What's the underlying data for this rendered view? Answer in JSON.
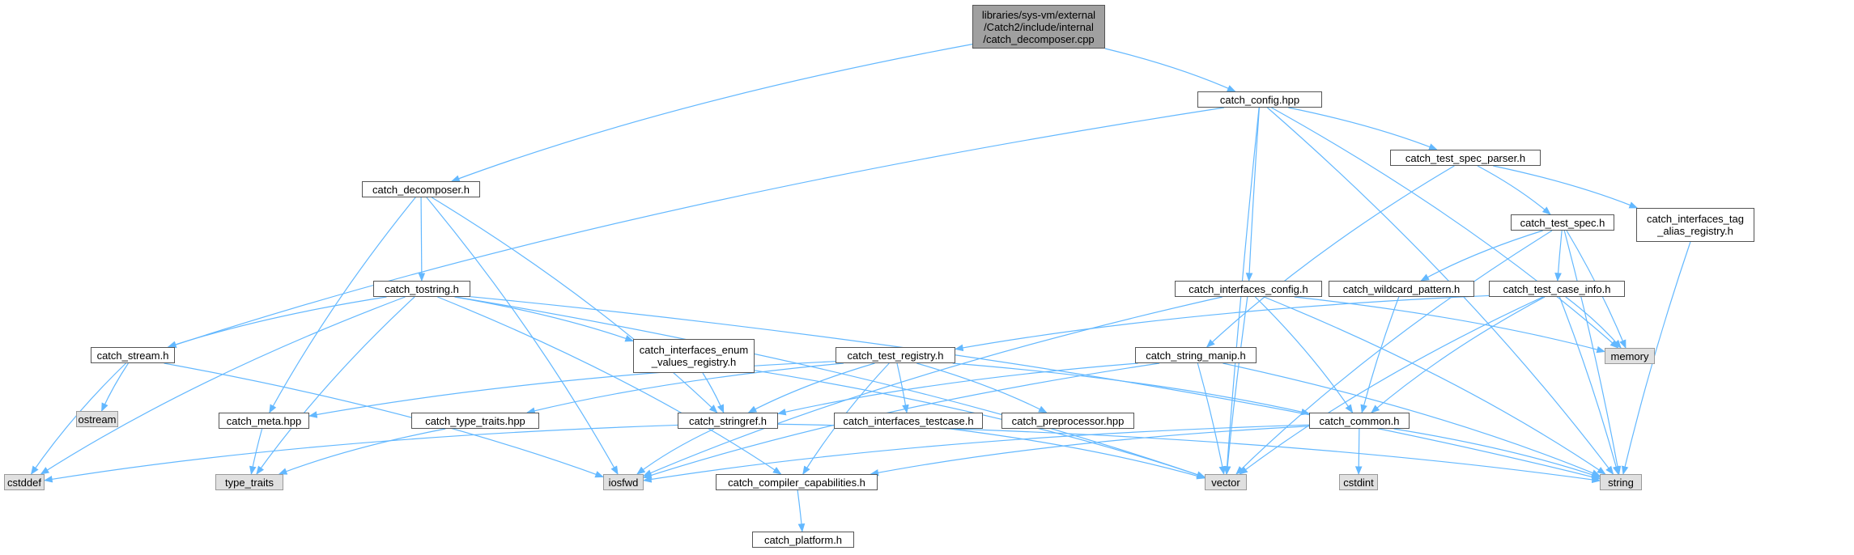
{
  "graph": {
    "colors": {
      "edge": "#63b8ff",
      "node_border": "#555555",
      "system_fill": "#e0e0e0",
      "root_fill": "#a0a0a0"
    },
    "nodes": [
      {
        "id": "root",
        "label": "libraries/sys-vm/external\n/Catch2/include/internal\n/catch_decomposer.cpp",
        "kind": "root"
      },
      {
        "id": "catch_config_hpp",
        "label": "catch_config.hpp",
        "kind": "file"
      },
      {
        "id": "catch_test_spec_parser_h",
        "label": "catch_test_spec_parser.h",
        "kind": "file"
      },
      {
        "id": "catch_decomposer_h",
        "label": "catch_decomposer.h",
        "kind": "file"
      },
      {
        "id": "catch_test_spec_h",
        "label": "catch_test_spec.h",
        "kind": "file"
      },
      {
        "id": "catch_interfaces_tag_alias_registry_h",
        "label": "catch_interfaces_tag\n_alias_registry.h",
        "kind": "file"
      },
      {
        "id": "catch_tostring_h",
        "label": "catch_tostring.h",
        "kind": "file"
      },
      {
        "id": "catch_interfaces_config_h",
        "label": "catch_interfaces_config.h",
        "kind": "file"
      },
      {
        "id": "catch_wildcard_pattern_h",
        "label": "catch_wildcard_pattern.h",
        "kind": "file"
      },
      {
        "id": "catch_test_case_info_h",
        "label": "catch_test_case_info.h",
        "kind": "file"
      },
      {
        "id": "catch_interfaces_enum_values_registry_h",
        "label": "catch_interfaces_enum\n_values_registry.h",
        "kind": "file"
      },
      {
        "id": "catch_stream_h",
        "label": "catch_stream.h",
        "kind": "file"
      },
      {
        "id": "catch_test_registry_h",
        "label": "catch_test_registry.h",
        "kind": "file"
      },
      {
        "id": "catch_string_manip_h",
        "label": "catch_string_manip.h",
        "kind": "file"
      },
      {
        "id": "memory",
        "label": "memory",
        "kind": "system"
      },
      {
        "id": "ostream",
        "label": "ostream",
        "kind": "system"
      },
      {
        "id": "catch_meta_hpp",
        "label": "catch_meta.hpp",
        "kind": "file"
      },
      {
        "id": "catch_type_traits_hpp",
        "label": "catch_type_traits.hpp",
        "kind": "file"
      },
      {
        "id": "catch_stringref_h",
        "label": "catch_stringref.h",
        "kind": "file"
      },
      {
        "id": "catch_interfaces_testcase_h",
        "label": "catch_interfaces_testcase.h",
        "kind": "file"
      },
      {
        "id": "catch_preprocessor_hpp",
        "label": "catch_preprocessor.hpp",
        "kind": "file"
      },
      {
        "id": "catch_common_h",
        "label": "catch_common.h",
        "kind": "file"
      },
      {
        "id": "cstddef",
        "label": "cstddef",
        "kind": "system"
      },
      {
        "id": "type_traits",
        "label": "type_traits",
        "kind": "system"
      },
      {
        "id": "iosfwd",
        "label": "iosfwd",
        "kind": "system"
      },
      {
        "id": "catch_compiler_capabilities_h",
        "label": "catch_compiler_capabilities.h",
        "kind": "file"
      },
      {
        "id": "vector",
        "label": "vector",
        "kind": "system"
      },
      {
        "id": "cstdint",
        "label": "cstdint",
        "kind": "system"
      },
      {
        "id": "string",
        "label": "string",
        "kind": "system"
      },
      {
        "id": "catch_platform_h",
        "label": "catch_platform.h",
        "kind": "file"
      }
    ],
    "edges": [
      [
        "root",
        "catch_config_hpp"
      ],
      [
        "root",
        "catch_decomposer_h"
      ],
      [
        "catch_config_hpp",
        "catch_test_spec_parser_h"
      ],
      [
        "catch_config_hpp",
        "catch_interfaces_config_h"
      ],
      [
        "catch_config_hpp",
        "catch_stream_h"
      ],
      [
        "catch_config_hpp",
        "memory"
      ],
      [
        "catch_config_hpp",
        "vector"
      ],
      [
        "catch_config_hpp",
        "string"
      ],
      [
        "catch_test_spec_parser_h",
        "catch_test_spec_h"
      ],
      [
        "catch_test_spec_parser_h",
        "catch_interfaces_tag_alias_registry_h"
      ],
      [
        "catch_test_spec_parser_h",
        "catch_string_manip_h"
      ],
      [
        "catch_test_spec_h",
        "catch_wildcard_pattern_h"
      ],
      [
        "catch_test_spec_h",
        "catch_test_case_info_h"
      ],
      [
        "catch_test_spec_h",
        "memory"
      ],
      [
        "catch_test_spec_h",
        "vector"
      ],
      [
        "catch_test_spec_h",
        "string"
      ],
      [
        "catch_interfaces_tag_alias_registry_h",
        "string"
      ],
      [
        "catch_decomposer_h",
        "catch_tostring_h"
      ],
      [
        "catch_decomposer_h",
        "catch_meta_hpp"
      ],
      [
        "catch_decomposer_h",
        "catch_stringref_h"
      ],
      [
        "catch_decomposer_h",
        "iosfwd"
      ],
      [
        "catch_tostring_h",
        "catch_stream_h"
      ],
      [
        "catch_tostring_h",
        "catch_interfaces_enum_values_registry_h"
      ],
      [
        "catch_tostring_h",
        "cstddef"
      ],
      [
        "catch_tostring_h",
        "type_traits"
      ],
      [
        "catch_tostring_h",
        "catch_compiler_capabilities_h"
      ],
      [
        "catch_tostring_h",
        "vector"
      ],
      [
        "catch_tostring_h",
        "string"
      ],
      [
        "catch_interfaces_config_h",
        "iosfwd"
      ],
      [
        "catch_interfaces_config_h",
        "catch_common_h"
      ],
      [
        "catch_interfaces_config_h",
        "vector"
      ],
      [
        "catch_interfaces_config_h",
        "string"
      ],
      [
        "catch_interfaces_config_h",
        "memory"
      ],
      [
        "catch_wildcard_pattern_h",
        "catch_common_h"
      ],
      [
        "catch_test_case_info_h",
        "catch_test_registry_h"
      ],
      [
        "catch_test_case_info_h",
        "catch_common_h"
      ],
      [
        "catch_test_case_info_h",
        "memory"
      ],
      [
        "catch_test_case_info_h",
        "vector"
      ],
      [
        "catch_test_case_info_h",
        "string"
      ],
      [
        "catch_interfaces_enum_values_registry_h",
        "catch_stringref_h"
      ],
      [
        "catch_interfaces_enum_values_registry_h",
        "vector"
      ],
      [
        "catch_stream_h",
        "ostream"
      ],
      [
        "catch_stream_h",
        "cstddef"
      ],
      [
        "catch_stream_h",
        "iosfwd"
      ],
      [
        "catch_test_registry_h",
        "catch_meta_hpp"
      ],
      [
        "catch_test_registry_h",
        "catch_type_traits_hpp"
      ],
      [
        "catch_test_registry_h",
        "catch_stringref_h"
      ],
      [
        "catch_test_registry_h",
        "catch_interfaces_testcase_h"
      ],
      [
        "catch_test_registry_h",
        "catch_preprocessor_hpp"
      ],
      [
        "catch_test_registry_h",
        "catch_common_h"
      ],
      [
        "catch_test_registry_h",
        "catch_compiler_capabilities_h"
      ],
      [
        "catch_string_manip_h",
        "catch_stringref_h"
      ],
      [
        "catch_string_manip_h",
        "iosfwd"
      ],
      [
        "catch_string_manip_h",
        "vector"
      ],
      [
        "catch_string_manip_h",
        "string"
      ],
      [
        "catch_meta_hpp",
        "type_traits"
      ],
      [
        "catch_type_traits_hpp",
        "type_traits"
      ],
      [
        "catch_stringref_h",
        "cstddef"
      ],
      [
        "catch_stringref_h",
        "iosfwd"
      ],
      [
        "catch_stringref_h",
        "string"
      ],
      [
        "catch_interfaces_testcase_h",
        "vector"
      ],
      [
        "catch_common_h",
        "catch_compiler_capabilities_h"
      ],
      [
        "catch_common_h",
        "iosfwd"
      ],
      [
        "catch_common_h",
        "string"
      ],
      [
        "catch_common_h",
        "cstdint"
      ],
      [
        "catch_compiler_capabilities_h",
        "catch_platform_h"
      ]
    ]
  }
}
